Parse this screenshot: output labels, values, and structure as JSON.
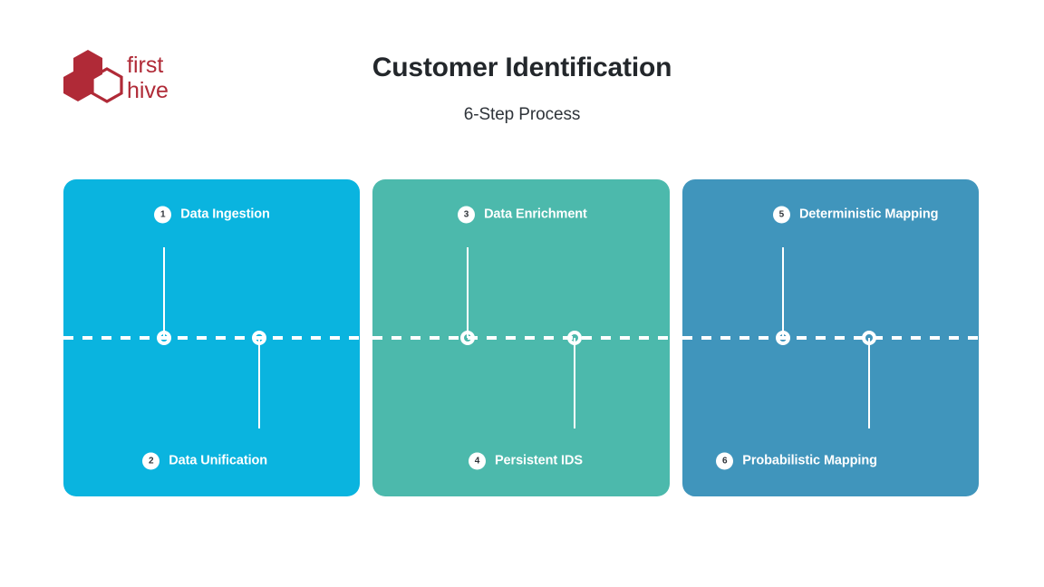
{
  "brand": {
    "name": "firsthive",
    "word_top": "first",
    "word_bottom": "hive",
    "color": "#B02A37",
    "logo_icon": "hexagon-cluster-icon"
  },
  "header": {
    "title": "Customer Identification",
    "subtitle": "6-Step Process",
    "title_color": "#23272b"
  },
  "panels": [
    {
      "color": "#0AB4DF",
      "steps": [
        {
          "number": "1",
          "label": "Data Ingestion",
          "position": "top",
          "x_percent": 34
        },
        {
          "number": "2",
          "label": "Data Unification",
          "position": "bottom",
          "x_percent": 66
        }
      ]
    },
    {
      "color": "#4CB9AC",
      "steps": [
        {
          "number": "3",
          "label": "Data Enrichment",
          "position": "top",
          "x_percent": 32
        },
        {
          "number": "4",
          "label": "Persistent IDS",
          "position": "bottom",
          "x_percent": 68
        }
      ]
    },
    {
      "color": "#4095BC",
      "steps": [
        {
          "number": "5",
          "label": "Deterministic Mapping",
          "position": "top",
          "x_percent": 34
        },
        {
          "number": "6",
          "label": "Probabilistic Mapping",
          "position": "bottom",
          "x_percent": 63
        }
      ]
    }
  ]
}
